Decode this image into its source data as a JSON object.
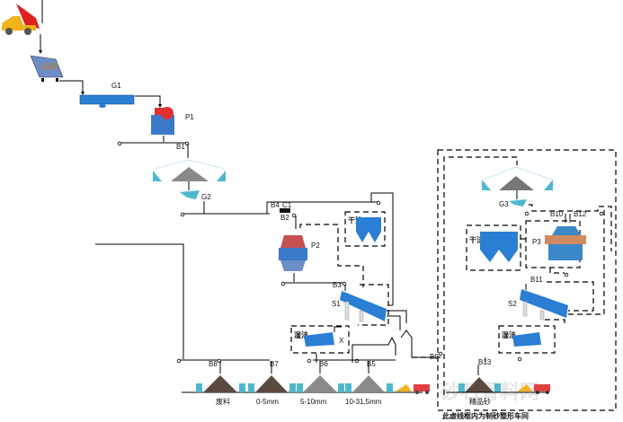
{
  "diagram": {
    "title": "砂石生产线工艺流程图",
    "equipment": {
      "feeder_label": "G1",
      "jaw_crusher_label": "P1",
      "belt_b1": "B1",
      "feeder_g2": "G2",
      "belt_b4": "B4",
      "belt_c1": "C1",
      "belt_b2": "B2",
      "cone_crusher_label": "P2",
      "belt_b3": "B3",
      "screen_s1": "S1",
      "washer_x": "X",
      "dry_dust_label": "干法",
      "wet_label_1": "湿法",
      "feeder_g3": "G3",
      "belt_b10": "B10",
      "belt_b12": "B12",
      "vsi_label": "P3",
      "dry_dust_label_2": "干法",
      "belt_b11": "B11",
      "screen_s2": "S2",
      "wet_label_2": "湿法",
      "belt_b9": "B9",
      "belt_b8": "B8",
      "belt_b7": "B7",
      "belt_b6": "B6",
      "belt_b5": "B5",
      "belt_b13": "B13"
    },
    "products": [
      {
        "label": "废料",
        "color": "#5a4a40"
      },
      {
        "label": "0-5mm",
        "color": "#5a4a40"
      },
      {
        "label": "5-10mm",
        "color": "#8a8a8a"
      },
      {
        "label": "10-31.5mm",
        "color": "#8a8a8a"
      }
    ],
    "final_product": {
      "label": "精品砂",
      "color": "#5a4a40"
    },
    "module_caption": "此虚线框内为制砂整形车间",
    "watermark": "砂石骨料网",
    "colors": {
      "equipment_blue": "#2a7fd4",
      "silo_cyan": "#4fb8cf",
      "crusher_red": "#e03030",
      "truck_yellow": "#f2b21c"
    }
  }
}
